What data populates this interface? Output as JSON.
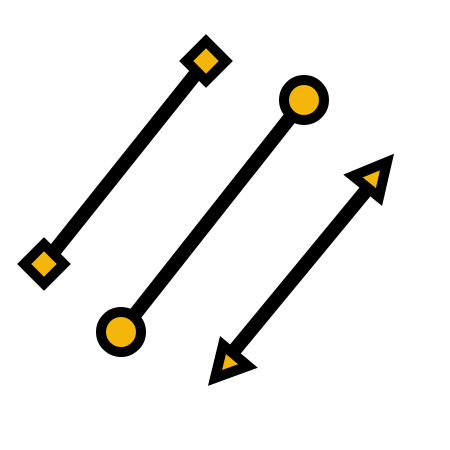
{
  "icon": {
    "name": "line-endpoint-styles-icon",
    "colors": {
      "stroke": "#000000",
      "fill": "#F5B60B",
      "background": "#FFFFFF"
    },
    "lines": [
      {
        "name": "square-endpoints-line",
        "endpoint_style": "square"
      },
      {
        "name": "circle-endpoints-line",
        "endpoint_style": "circle"
      },
      {
        "name": "arrow-endpoints-line",
        "endpoint_style": "arrow"
      }
    ]
  }
}
